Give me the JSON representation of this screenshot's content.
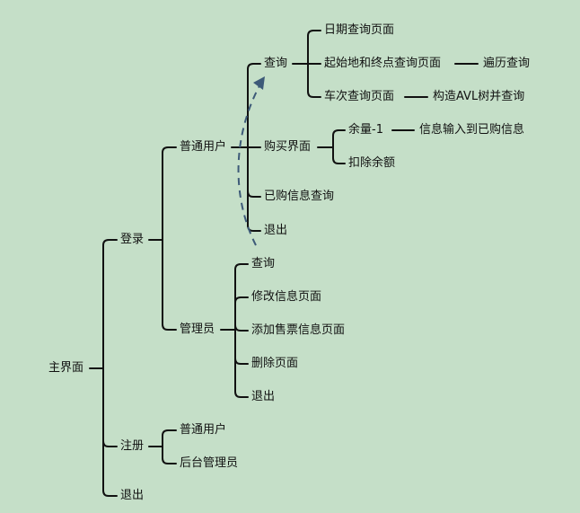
{
  "tree": {
    "root": "主界面",
    "login": {
      "label": "登录",
      "user": {
        "label": "普通用户",
        "query": {
          "label": "查询",
          "by_date": "日期查询页面",
          "by_route": "起始地和终点查询页面",
          "by_route_next": "遍历查询",
          "by_train": "车次查询页面",
          "by_train_next": "构造AVL树并查询"
        },
        "buy": {
          "label": "购买界面",
          "remain": "余量-1",
          "remain_next": "信息输入到已购信息",
          "deduct": "扣除余额"
        },
        "purchased": "已购信息查询",
        "exit": "退出"
      },
      "admin": {
        "label": "管理员",
        "query": "查询",
        "modify": "修改信息页面",
        "add": "添加售票信息页面",
        "delete": "删除页面",
        "exit": "退出"
      }
    },
    "register": {
      "label": "注册",
      "user": "普通用户",
      "admin": "后台管理员"
    },
    "exit": "退出"
  },
  "colors": {
    "background": "#c5dfc8",
    "line": "#111111",
    "arrow": "#3d5a78"
  }
}
